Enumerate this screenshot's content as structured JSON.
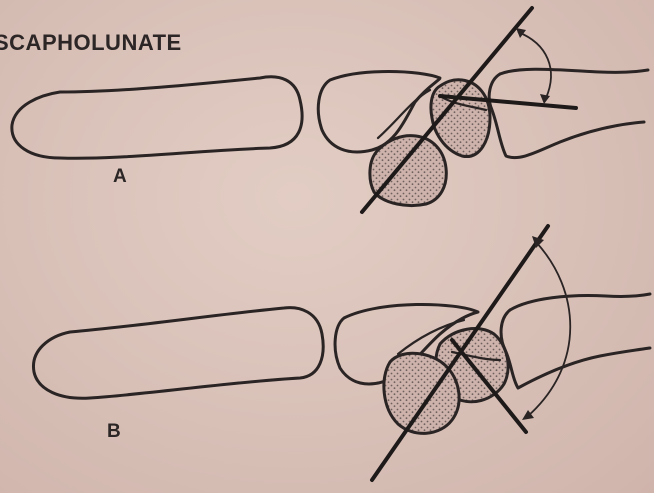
{
  "figure": {
    "title": "SCAPHOLUNATE",
    "panels": [
      {
        "label": "A"
      },
      {
        "label": "B"
      }
    ]
  },
  "colors": {
    "background": "#d9c2b9",
    "ink": "#2a2424",
    "stipple": "#8a7a78"
  }
}
